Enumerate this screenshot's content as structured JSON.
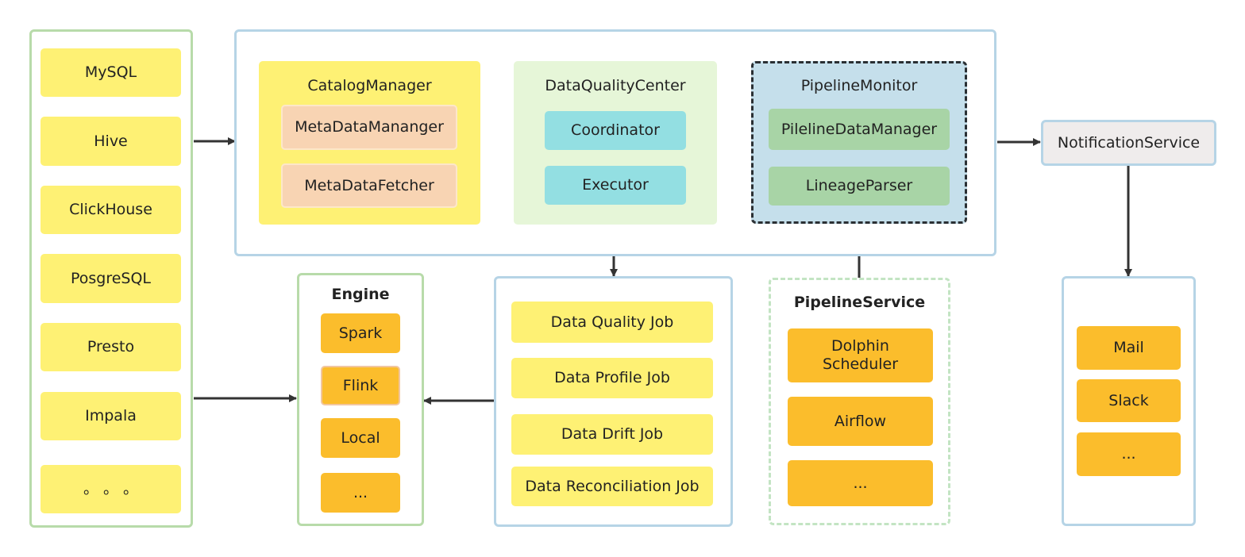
{
  "colors": {
    "source_border": "#b8dbaa",
    "platform_border": "#b6d4e6",
    "yellow": "#fef174",
    "peach": "#f8d4b3",
    "cyan": "#93dfe2",
    "green": "#a8d4a6",
    "orange": "#fbbd2c",
    "monitor_bg": "#c5dfeb",
    "arrow": "#333333"
  },
  "sources": {
    "items": [
      "MySQL",
      "Hive",
      "ClickHouse",
      "PosgreSQL",
      "Presto",
      "Impala",
      "。 。 。"
    ]
  },
  "catalog": {
    "title": "CatalogManager",
    "items": [
      "MetaDataMananger",
      "MetaDataFetcher"
    ]
  },
  "quality": {
    "title": "DataQualityCenter",
    "items": [
      "Coordinator",
      "Executor"
    ]
  },
  "monitor": {
    "title": "PipelineMonitor",
    "items": [
      "PilelineDataManager",
      "LineageParser"
    ]
  },
  "notification": {
    "label": "NotificationService",
    "channels": [
      "Mail",
      "Slack",
      "..."
    ]
  },
  "engine": {
    "title": "Engine",
    "items": [
      "Spark",
      "Flink",
      "Local",
      "..."
    ]
  },
  "jobs": {
    "items": [
      "Data Quality Job",
      "Data Profile Job",
      "Data Drift Job",
      "Data Reconciliation Job"
    ]
  },
  "pipeline": {
    "title": "PipelineService",
    "items": [
      "Dolphin Scheduler",
      "Airflow",
      "..."
    ]
  }
}
